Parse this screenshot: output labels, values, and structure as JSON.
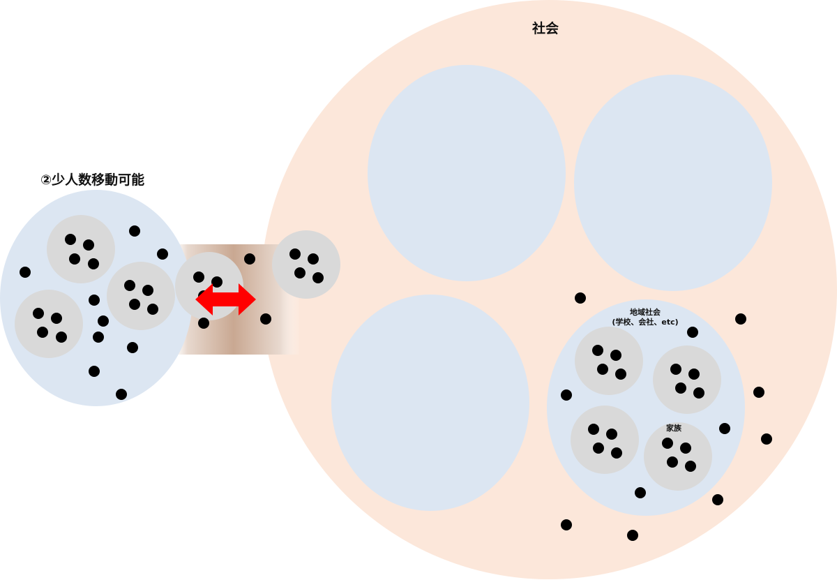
{
  "labels": {
    "society": "社会",
    "mobility": "②少人数移動可能",
    "community_line1": "地域社会",
    "community_line2": "(学校、会社、etc)",
    "family": "家族"
  },
  "colors": {
    "society_fill": "#fce7da",
    "community_fill": "#dce6f2",
    "family_fill": "#d9d9d9",
    "person": "#000000",
    "arrow": "#ff0000",
    "bridge": "#c9a892"
  },
  "icons": {
    "person": "black-dot",
    "movement": "double-headed-arrow"
  }
}
